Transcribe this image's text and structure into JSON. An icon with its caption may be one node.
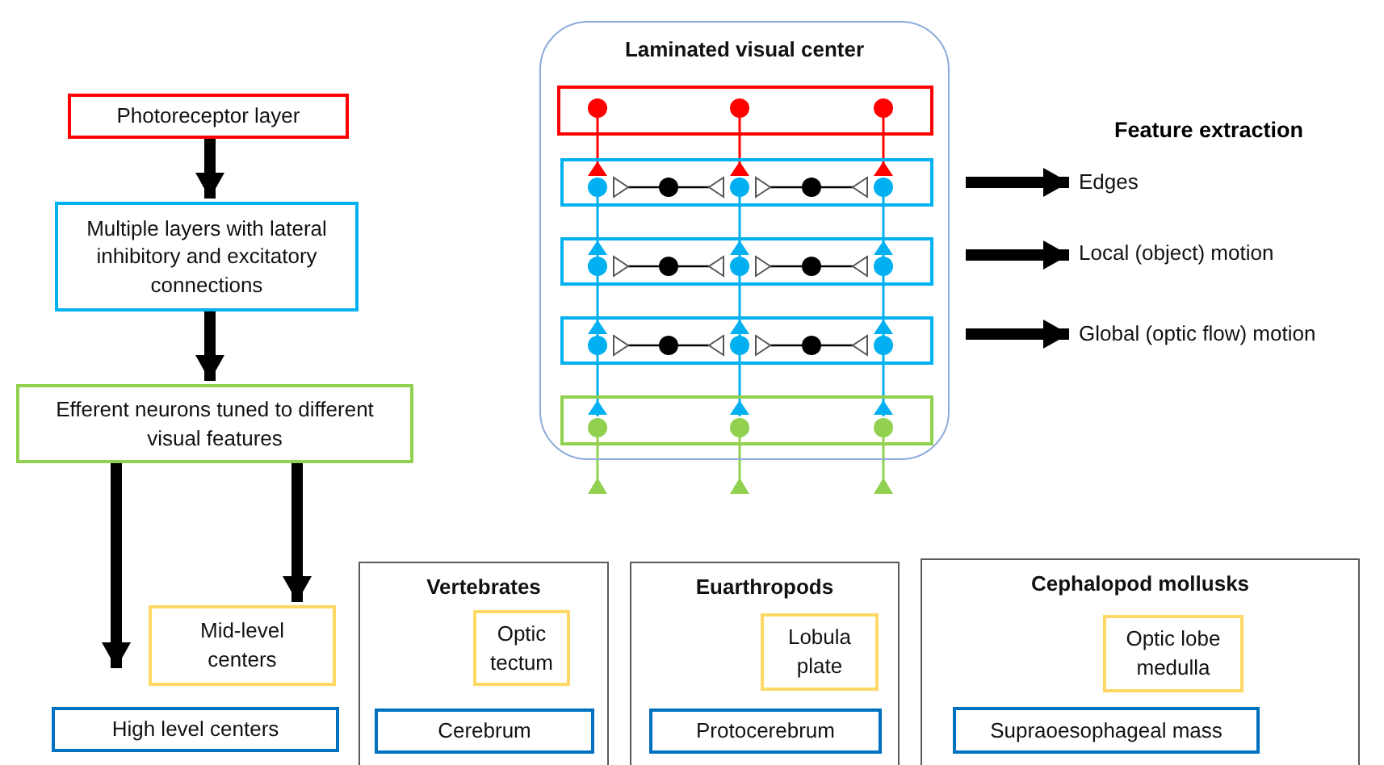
{
  "diagram": {
    "nodes": [
      {
        "text": [
          "Photoreceptor layer"
        ]
      },
      {
        "text": [
          "Multiple layers with lateral inhibitory and excitatory connections"
        ]
      },
      {
        "text": [
          "Efferent neurons tuned to different visual features"
        ]
      },
      {
        "text": [
          "Mid-level centers"
        ]
      },
      {
        "text": [
          "High level centers"
        ]
      },
      {
        "text": [
          "Laminated visual center"
        ]
      },
      {
        "text": [],
        "shape": "box",
        "in": 5
      },
      {
        "text": [],
        "shape": "box",
        "in": 5
      },
      {
        "text": [],
        "shape": "box",
        "in": 5
      },
      {
        "text": [],
        "shape": "box",
        "in": 5
      },
      {
        "text": [],
        "shape": "box",
        "in": 5
      },
      {
        "text": [
          "Edges"
        ]
      },
      {
        "text": [
          "Local (object) motion"
        ]
      },
      {
        "text": [
          "Global (optic flow) motion"
        ]
      },
      {
        "text": [
          "Vertebrates"
        ]
      },
      {
        "text": [
          "Optic tectum"
        ],
        "in": 14
      },
      {
        "text": [
          "Cerebrum"
        ],
        "in": 14
      },
      {
        "text": [
          "Euarthropods"
        ]
      },
      {
        "text": [
          "Lobula plate"
        ],
        "in": 17
      },
      {
        "text": [
          "Protocerebrum"
        ],
        "in": 17
      },
      {
        "text": [
          "Cephalopod mollusks"
        ]
      },
      {
        "text": [
          "Optic lobe medulla"
        ],
        "in": 20
      },
      {
        "text": [
          "Supraoesophageal mass"
        ],
        "in": 20
      }
    ],
    "edges": [
      {
        "from": 0,
        "to": 1,
        "arrow": "to"
      },
      {
        "from": 1,
        "to": 2,
        "arrow": "to"
      },
      {
        "from": 2,
        "to": 4,
        "arrow": "to"
      },
      {
        "from": 2,
        "to": 3,
        "arrow": "to"
      },
      {
        "from": 5,
        "to": 11,
        "arrow": "to"
      },
      {
        "from": 5,
        "to": 12,
        "arrow": "to"
      },
      {
        "from": 5,
        "to": 13,
        "arrow": "to"
      }
    ],
    "labels": [
      "Feature extraction"
    ]
  }
}
